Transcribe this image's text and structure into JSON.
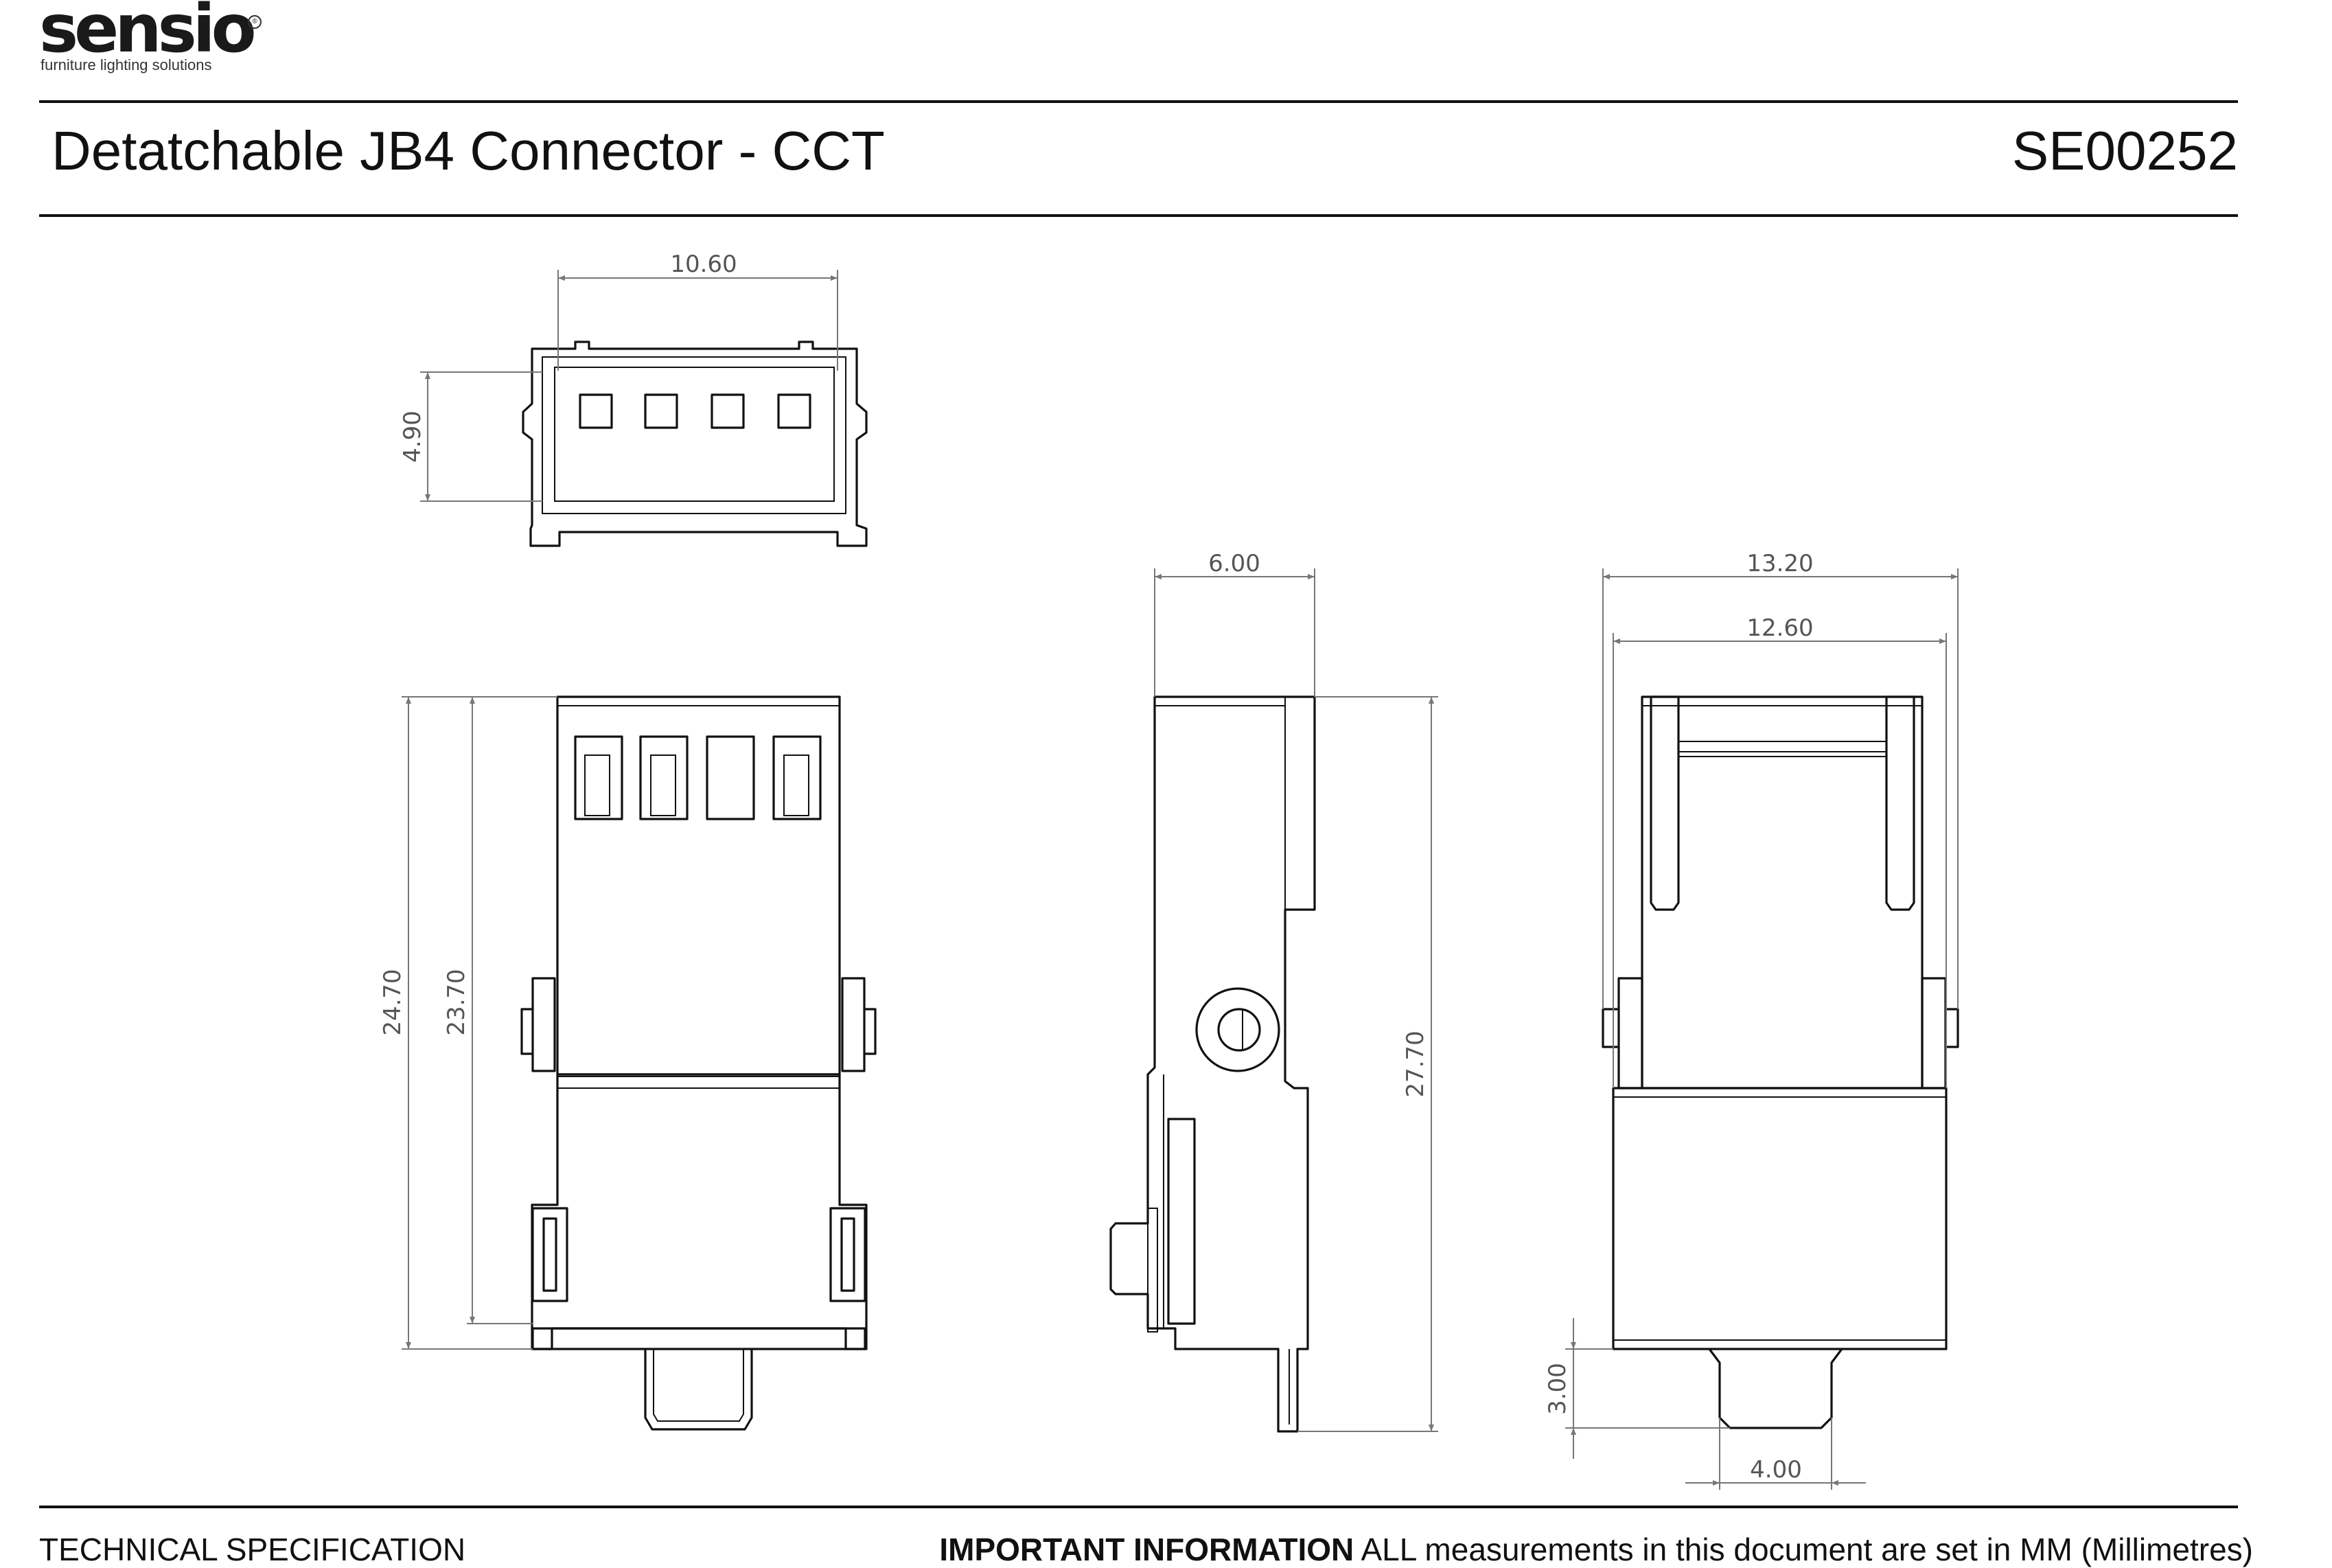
{
  "brand": {
    "name": "sensio",
    "registered_mark": "®",
    "tagline": "furniture lighting solutions"
  },
  "header": {
    "title": "Detatchable JB4 Connector - CCT",
    "code": "SE00252"
  },
  "dimensions": {
    "top_width": "10.60",
    "top_height": "4.90",
    "front_outer_height": "24.70",
    "front_inner_height": "23.70",
    "side_width": "6.00",
    "side_height": "27.70",
    "rear_outer_width": "13.20",
    "rear_inner_width": "12.60",
    "tab_height": "3.00",
    "tab_width": "4.00"
  },
  "footer": {
    "left": "TECHNICAL SPECIFICATION",
    "important_label": "IMPORTANT INFORMATION",
    "important_text": " ALL measurements in this document are set in MM (Millimetres)"
  },
  "colors": {
    "line": "#111111",
    "dimension": "#777777"
  }
}
